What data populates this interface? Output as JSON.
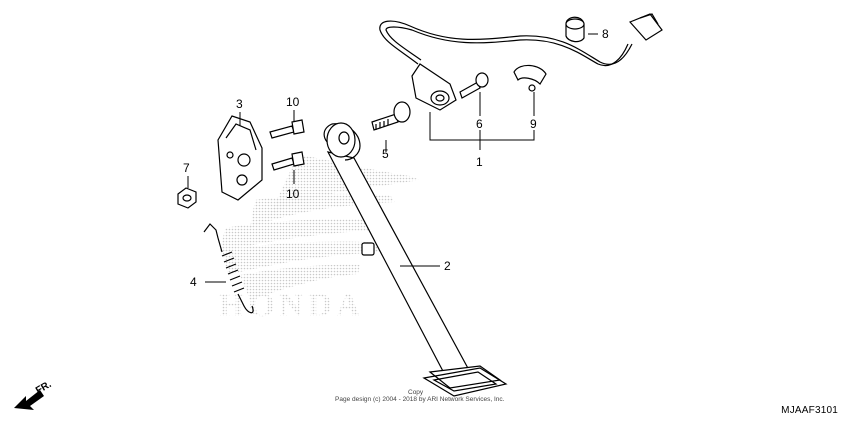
{
  "callouts": {
    "p1": "1",
    "p2": "2",
    "p3": "3",
    "p4": "4",
    "p5": "5",
    "p6": "6",
    "p7": "7",
    "p8": "8",
    "p9": "9",
    "p10a": "10",
    "p10b": "10"
  },
  "watermark": {
    "brand": "HONDA"
  },
  "direction": {
    "label": "FR."
  },
  "copyright": {
    "top": "Copy",
    "line": "Page design (c) 2004 - 2018 by ARI Network Services, Inc."
  },
  "diagram_code": "MJAAF3101"
}
